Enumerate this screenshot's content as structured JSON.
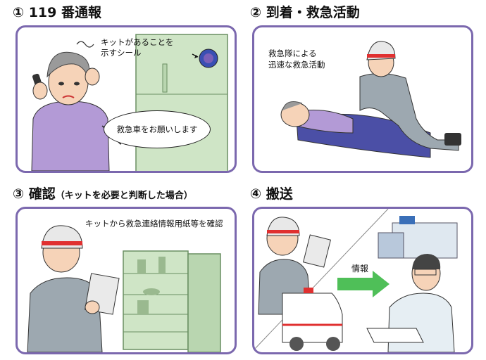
{
  "steps": [
    {
      "title": "① 119 番通報"
    },
    {
      "title": "② 到着・救急活動"
    },
    {
      "title": "③ 確認",
      "subtitle": "（キットを必要と判断した場合）"
    },
    {
      "title": "④ 搬送"
    }
  ],
  "panel1": {
    "sticker_label_line1": "キットがあることを",
    "sticker_label_line2": "示すシール",
    "speech": "救急車をお願いします"
  },
  "panel2": {
    "caption_line1": "救急隊による",
    "caption_line2": "迅速な救急活動"
  },
  "panel3": {
    "caption": "キットから救急連絡情報用紙等を確認"
  },
  "panel4": {
    "arrow_label": "情報"
  },
  "colors": {
    "border": "#7b68ae",
    "fridge": "#cfe5c6",
    "arrow": "#4fbf58",
    "sleeve": "#8d9aa3",
    "red": "#e03030"
  }
}
